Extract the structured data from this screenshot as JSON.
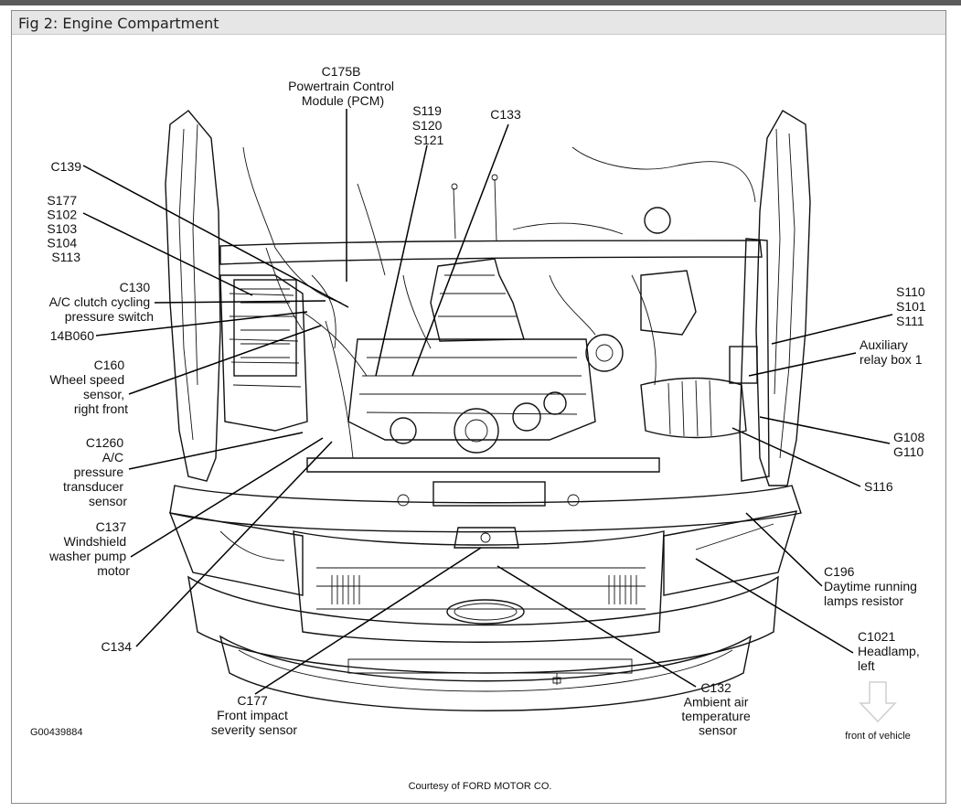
{
  "figure": {
    "title": "Fig 2: Engine Compartment",
    "code": "G00439884",
    "credit": "Courtesy of FORD MOTOR CO.",
    "orientation_label": "front of vehicle"
  },
  "callouts": [
    {
      "id": "c175b",
      "lines": [
        "C175B",
        "Powertrain Control",
        "Module (PCM)"
      ]
    },
    {
      "id": "s119",
      "lines": [
        "S119",
        "S120",
        "S121"
      ]
    },
    {
      "id": "c133",
      "lines": [
        "C133"
      ]
    },
    {
      "id": "c139",
      "lines": [
        "C139"
      ]
    },
    {
      "id": "s177",
      "lines": [
        "S177",
        "S102",
        "S103",
        "S104",
        "S113"
      ]
    },
    {
      "id": "c130",
      "lines": [
        "C130",
        "A/C clutch cycling",
        "pressure switch"
      ]
    },
    {
      "id": "14b060",
      "lines": [
        "14B060"
      ]
    },
    {
      "id": "c160",
      "lines": [
        "C160",
        "Wheel speed",
        "sensor,",
        "right front"
      ]
    },
    {
      "id": "c1260",
      "lines": [
        "C1260",
        "A/C",
        "pressure",
        "transducer",
        "sensor"
      ]
    },
    {
      "id": "c137",
      "lines": [
        "C137",
        "Windshield",
        "washer pump",
        "motor"
      ]
    },
    {
      "id": "c134",
      "lines": [
        "C134"
      ]
    },
    {
      "id": "c177",
      "lines": [
        "C177",
        "Front impact",
        "severity sensor"
      ]
    },
    {
      "id": "c132",
      "lines": [
        "C132",
        "Ambient air",
        "temperature",
        "sensor"
      ]
    },
    {
      "id": "c1021",
      "lines": [
        "C1021",
        "Headlamp,",
        "left"
      ]
    },
    {
      "id": "c196",
      "lines": [
        "C196",
        "Daytime running",
        "lamps resistor"
      ]
    },
    {
      "id": "s116",
      "lines": [
        "S116"
      ]
    },
    {
      "id": "g108",
      "lines": [
        "G108",
        "G110"
      ]
    },
    {
      "id": "aux",
      "lines": [
        "Auxiliary",
        "relay box 1"
      ]
    },
    {
      "id": "s110",
      "lines": [
        "S110",
        "S101",
        "S111"
      ]
    }
  ]
}
